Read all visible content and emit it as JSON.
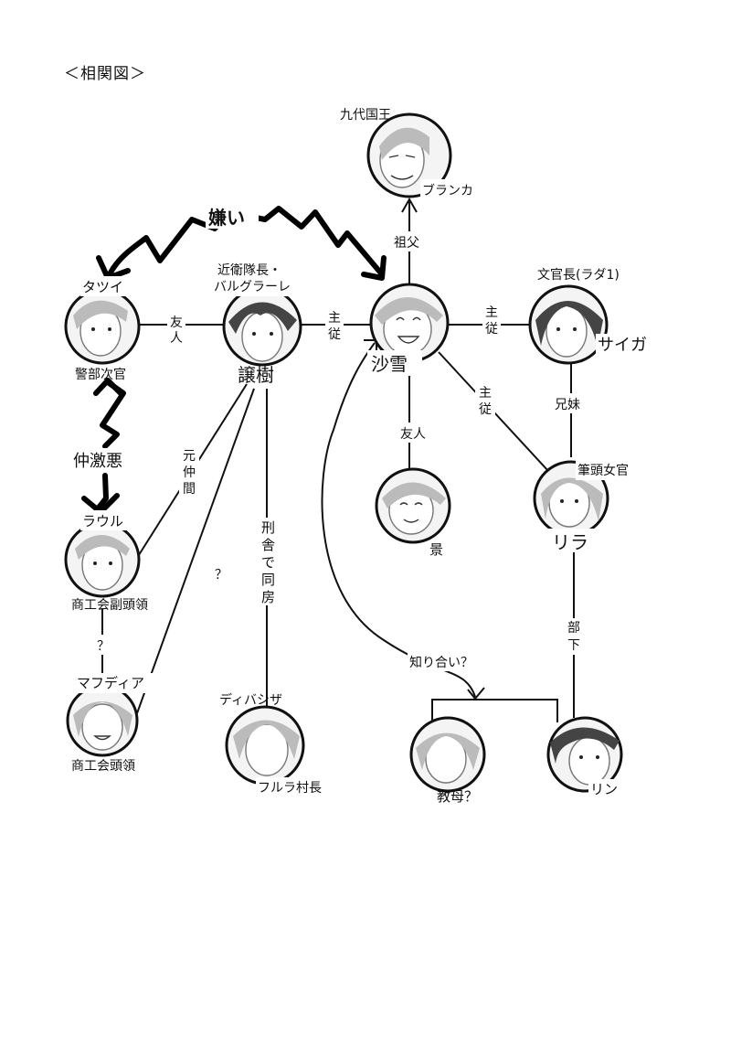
{
  "page": {
    "title": "＜相関図＞"
  },
  "characters": {
    "kyudai": {
      "role": "九代国王",
      "name": "ブランカ"
    },
    "tatsui": {
      "name": "タツイ",
      "role": "警部次官"
    },
    "jouju": {
      "role": "近衛隊長・\nバルグラーレ",
      "role_line1": "近衛隊長・",
      "role_line2": "バルグラーレ",
      "name": "譲樹"
    },
    "sayuki": {
      "name": "沙雪"
    },
    "saiga": {
      "role": "文官長(ラダ1)",
      "name": "サイガ"
    },
    "kei": {
      "name": "景"
    },
    "rira": {
      "role": "筆頭女官",
      "name": "リラ"
    },
    "raul": {
      "name": "ラウル",
      "role": "商工会副頭領"
    },
    "mafudia": {
      "name": "マフディア",
      "role": "商工会頭領"
    },
    "dibashiza": {
      "name": "ディバシザ",
      "role": "フルラ村長"
    },
    "kyobo": {
      "name": "教母？"
    },
    "rin": {
      "name": "リン"
    }
  },
  "relations": {
    "dislike": "嫌い",
    "grandfather": "祖父",
    "friend_tatsui_jouju": "友人",
    "master_jouju_sayuki": "主従",
    "master_sayuki_saiga": "主従",
    "master_sayuki_rira": "主従",
    "siblings": "兄妹",
    "friend_sayuki_kei": "友人",
    "bad_terms": "仲激悪",
    "former_comrade": "元仲間",
    "cellmates": "刑舎で同房",
    "question_jouju_mafudia": "？",
    "question_raul_mafudia": "？",
    "subordinate": "部下",
    "acquaintance": "知り合い？"
  }
}
